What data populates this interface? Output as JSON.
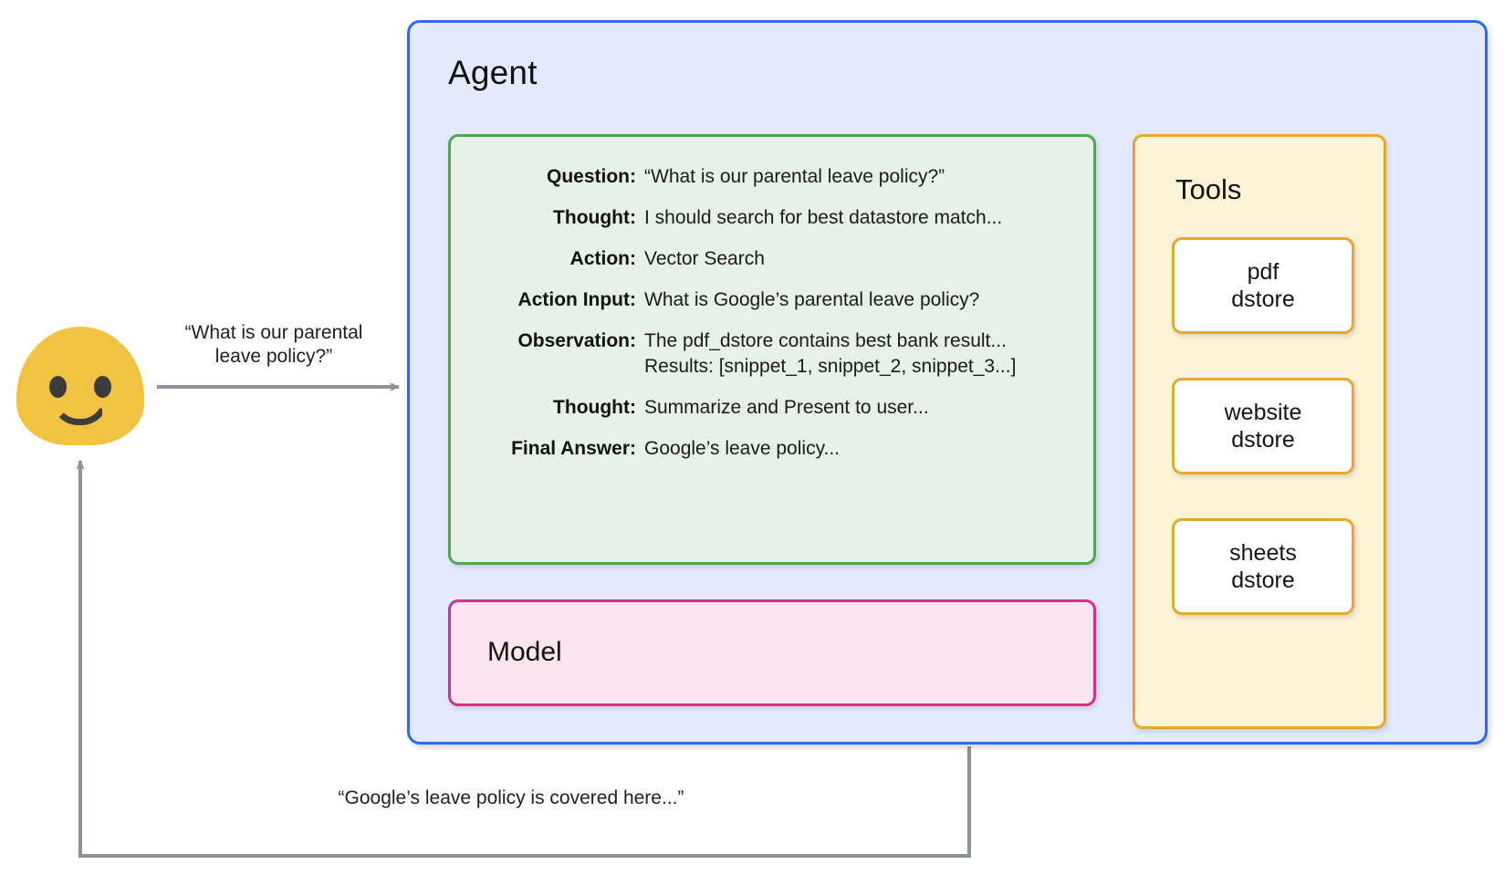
{
  "user": {
    "avatar_icon": "smiley-face-avatar-icon"
  },
  "flow": {
    "question_label": "“What is our parental\nleave policy?”",
    "answer_label": "“Google’s leave policy is covered here...”"
  },
  "agent": {
    "title": "Agent",
    "border_color": "#2C6BEE",
    "fill_color": "#E3EAFB"
  },
  "trace": {
    "border_color": "#4BA94F",
    "fill_color": "#E6F2E6",
    "rows": [
      {
        "key": "Question:",
        "value": "“What is our parental leave policy?”"
      },
      {
        "key": "Thought:",
        "value": "I should search for best datastore match..."
      },
      {
        "key": "Action:",
        "value": "Vector Search"
      },
      {
        "key": "Action Input:",
        "value": "What is Google’s parental leave policy?"
      },
      {
        "key": "Observation:",
        "value": "The pdf_dstore contains best bank result...\nResults: [snippet_1, snippet_2, snippet_3...]"
      },
      {
        "key": "Thought:",
        "value": "Summarize and Present to user..."
      },
      {
        "key": "Final Answer:",
        "value": "Google’s leave policy..."
      }
    ]
  },
  "model": {
    "title": "Model",
    "border_color": "#D6308C",
    "fill_color": "#FBE6F0"
  },
  "tools": {
    "title": "Tools",
    "border_color": "#E8A72D",
    "fill_color": "#FDF4D8",
    "items": [
      {
        "label": "pdf\ndstore"
      },
      {
        "label": "website\ndstore"
      },
      {
        "label": "sheets\ndstore"
      }
    ]
  },
  "connectors": {
    "arrow_color": "#8E9399",
    "dotted_color": "#9AA0A6"
  }
}
